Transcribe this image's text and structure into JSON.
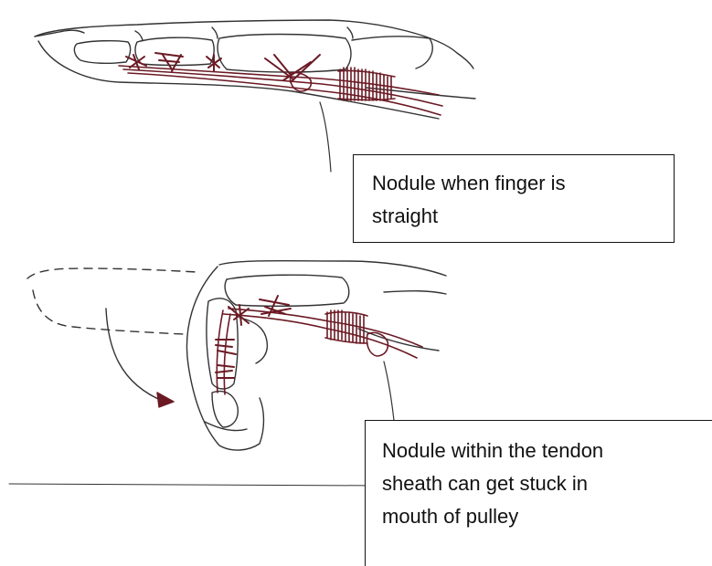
{
  "colors": {
    "sketch": "#333333",
    "tendon": "#6b1a24",
    "box_border": "#111111"
  },
  "annotations": {
    "straight_finger": {
      "line1": "Nodule when finger is",
      "line2": "straight"
    },
    "bent_finger": {
      "line1": "Nodule within the tendon",
      "line2": "sheath can get stuck in",
      "line3": "mouth of pulley"
    }
  }
}
